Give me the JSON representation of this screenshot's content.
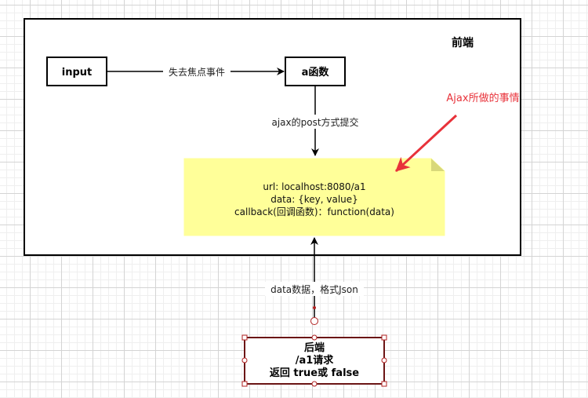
{
  "frontend": {
    "label": "前端"
  },
  "nodes": {
    "input": "input",
    "a_func": "a函数",
    "backend": {
      "line1": "后端",
      "line2": "/a1请求",
      "line3": "返回 true或 false"
    }
  },
  "edges": {
    "blur_event": "失去焦点事件",
    "ajax_post": "ajax的post方式提交",
    "data_json": "data数据，格式Json"
  },
  "note": {
    "line1": "url:  localhost:8080/a1",
    "line2": "data:  {key, value}",
    "line3": "callback(回调函数)：function(data)"
  },
  "annotation": {
    "label": "Ajax所做的事情"
  },
  "colors": {
    "note_fill": "#ffff99",
    "note_fold": "#d8d87a",
    "annotation": "#e8323a",
    "backend_border": "#6b1515",
    "handle": "#b02020"
  }
}
